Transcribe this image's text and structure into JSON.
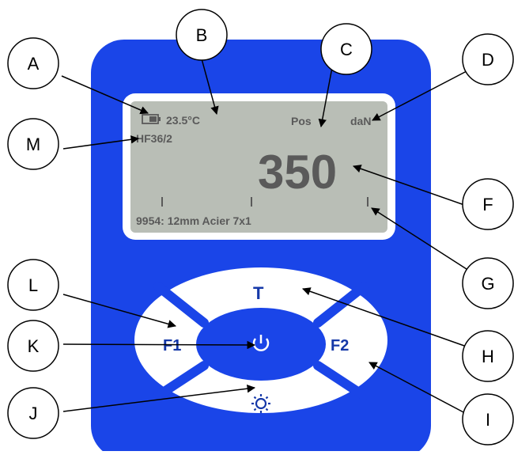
{
  "device": {
    "screen": {
      "temperature": "23.5°C",
      "mode": "Pos",
      "unit": "daN",
      "channel": "HF36/2",
      "reading": "350",
      "status_line": "9954: 12mm Acier 7x1"
    },
    "keys": {
      "top": "T",
      "left": "F1",
      "right": "F2",
      "power_icon": "power-icon",
      "light_icon": "sun-icon"
    }
  },
  "callouts": [
    {
      "id": "A",
      "label": "A"
    },
    {
      "id": "B",
      "label": "B"
    },
    {
      "id": "C",
      "label": "C"
    },
    {
      "id": "D",
      "label": "D"
    },
    {
      "id": "M",
      "label": "M"
    },
    {
      "id": "F",
      "label": "F"
    },
    {
      "id": "G",
      "label": "G"
    },
    {
      "id": "L",
      "label": "L"
    },
    {
      "id": "H",
      "label": "H"
    },
    {
      "id": "K",
      "label": "K"
    },
    {
      "id": "I",
      "label": "I"
    },
    {
      "id": "J",
      "label": "J"
    }
  ],
  "colors": {
    "body": "#1a45e8",
    "screen": "#b9beb6",
    "screen_text": "#5a5a5a",
    "keypad_blue": "#1a45e8",
    "keypad_white": "#ffffff",
    "key_text": "#1538a8"
  }
}
